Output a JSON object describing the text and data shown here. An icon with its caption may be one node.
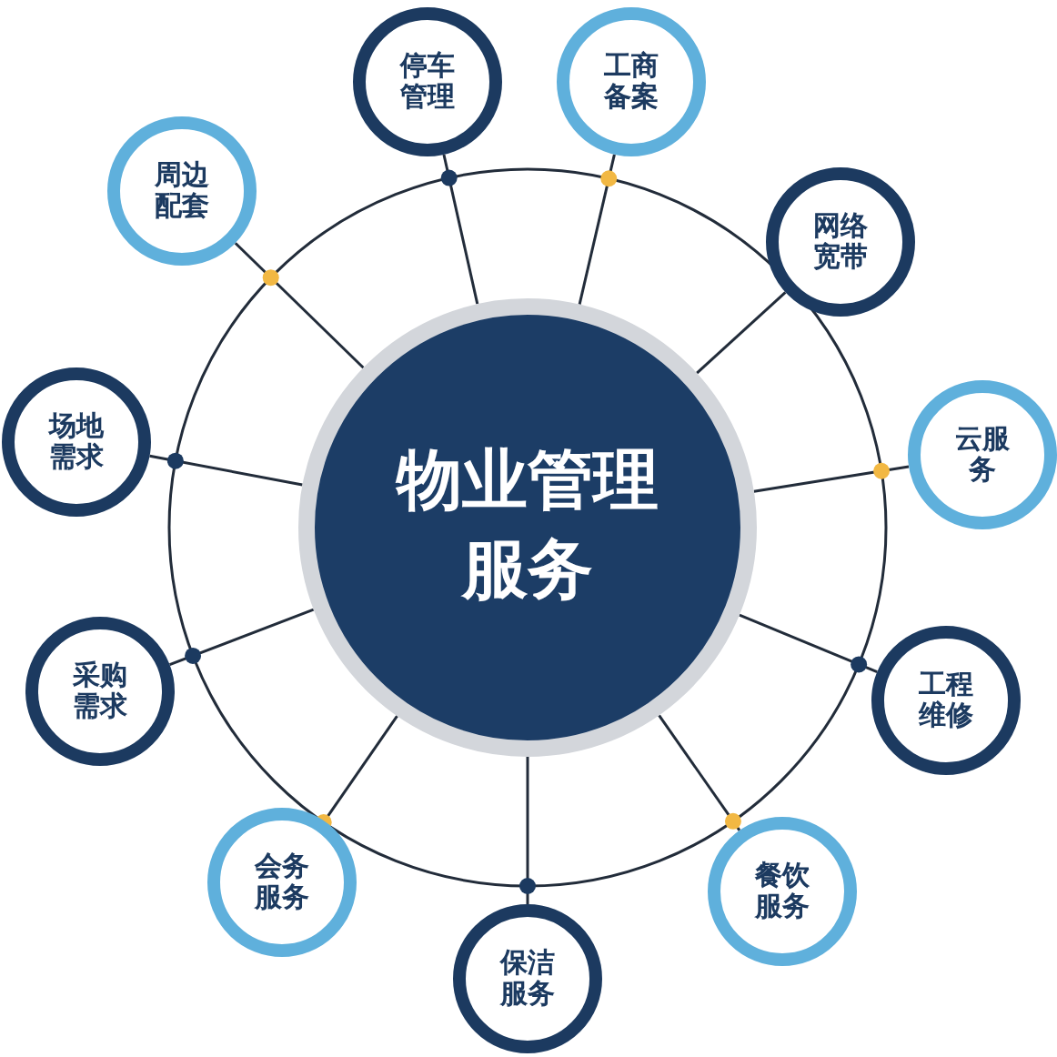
{
  "diagram": {
    "nodes": [
      {
        "text": [
          "物业管理服务"
        ]
      },
      {
        "text": [
          "停车管理"
        ]
      },
      {
        "text": [
          "工商备案"
        ]
      },
      {
        "text": [
          "网络宽带"
        ]
      },
      {
        "text": [
          "云服务"
        ]
      },
      {
        "text": [
          "工程维修"
        ]
      },
      {
        "text": [
          "餐饮服务"
        ]
      },
      {
        "text": [
          "保洁服务"
        ]
      },
      {
        "text": [
          "会务服务"
        ]
      },
      {
        "text": [
          "采购需求"
        ]
      },
      {
        "text": [
          "场地需求"
        ]
      },
      {
        "text": [
          "周边配套"
        ]
      }
    ],
    "edges": [
      {
        "from": 0,
        "to": 1,
        "arrow": "none"
      },
      {
        "from": 0,
        "to": 2,
        "arrow": "none"
      },
      {
        "from": 0,
        "to": 3,
        "arrow": "none"
      },
      {
        "from": 0,
        "to": 4,
        "arrow": "none"
      },
      {
        "from": 0,
        "to": 5,
        "arrow": "none"
      },
      {
        "from": 0,
        "to": 6,
        "arrow": "none"
      },
      {
        "from": 0,
        "to": 7,
        "arrow": "none"
      },
      {
        "from": 0,
        "to": 8,
        "arrow": "none"
      },
      {
        "from": 0,
        "to": 9,
        "arrow": "none"
      },
      {
        "from": 0,
        "to": 10,
        "arrow": "none"
      },
      {
        "from": 0,
        "to": 11,
        "arrow": "none"
      }
    ]
  }
}
